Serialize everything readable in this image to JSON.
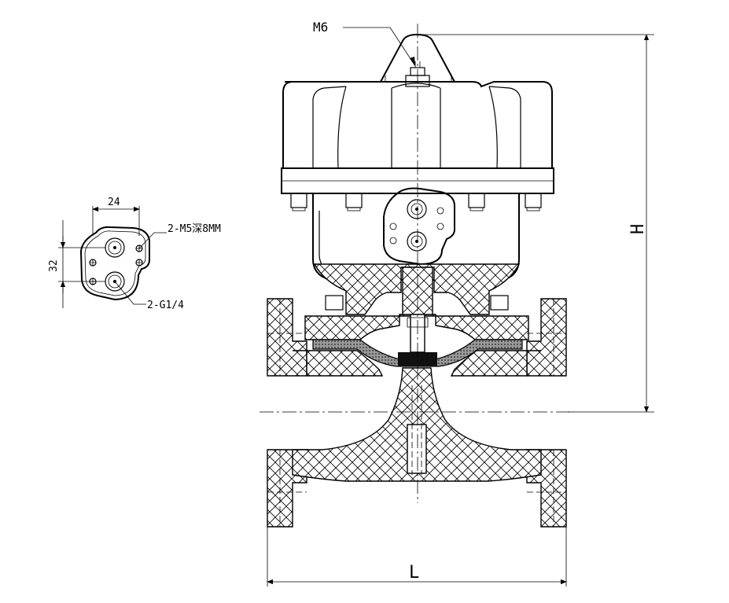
{
  "labels": {
    "thread_top": "M6",
    "height_dim": "H",
    "length_dim": "L",
    "port_spacing": "24",
    "port_height": "32",
    "mount_holes": "2-M5深8MM",
    "air_ports": "2-G1/4"
  },
  "colors": {
    "line": "#000000",
    "background": "#ffffff",
    "diaphragm": "#111111"
  }
}
